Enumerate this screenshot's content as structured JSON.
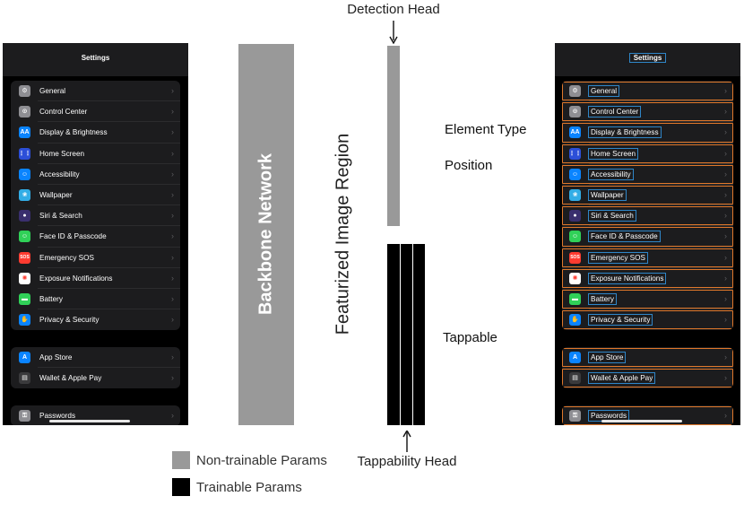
{
  "diagram": {
    "backbone_label": "Backbone Network",
    "featurized_label": "Featurized Image Region",
    "detection_head_label": "Detection Head",
    "tappability_head_label": "Tappability Head",
    "outputs": {
      "element_type": "Element Type",
      "position": "Position",
      "tappable": "Tappable"
    },
    "legend": {
      "non_trainable": "Non-trainable Params",
      "trainable": "Trainable Params"
    },
    "colors": {
      "non_trainable": "#999999",
      "trainable": "#000000",
      "row_box": "#e0782b",
      "label_box": "#2f86c8"
    }
  },
  "phone": {
    "title": "Settings",
    "groups": [
      {
        "items": [
          {
            "label": "General",
            "icon": "gear-icon",
            "color": "#8e8e93",
            "glyph": "⚙"
          },
          {
            "label": "Control Center",
            "icon": "toggles-icon",
            "color": "#8e8e93",
            "glyph": "⊙"
          },
          {
            "label": "Display & Brightness",
            "icon": "text-size-icon",
            "color": "#0a84ff",
            "glyph": "AA"
          },
          {
            "label": "Home Screen",
            "icon": "grid-icon",
            "color": "#2c4fd8",
            "glyph": "⋮⋮"
          },
          {
            "label": "Accessibility",
            "icon": "accessibility-icon",
            "color": "#0a84ff",
            "glyph": "☺"
          },
          {
            "label": "Wallpaper",
            "icon": "flower-icon",
            "color": "#32ade6",
            "glyph": "❀"
          },
          {
            "label": "Siri & Search",
            "icon": "siri-icon",
            "color": "#3a2f6e",
            "glyph": "●"
          },
          {
            "label": "Face ID & Passcode",
            "icon": "face-id-icon",
            "color": "#30d158",
            "glyph": "☺"
          },
          {
            "label": "Emergency SOS",
            "icon": "sos-icon",
            "color": "#ff3b30",
            "glyph": "SOS"
          },
          {
            "label": "Exposure Notifications",
            "icon": "exposure-icon",
            "color": "#ffffff",
            "glyph": "✺"
          },
          {
            "label": "Battery",
            "icon": "battery-icon",
            "color": "#30d158",
            "glyph": "▬"
          },
          {
            "label": "Privacy & Security",
            "icon": "hand-icon",
            "color": "#0a84ff",
            "glyph": "✋"
          }
        ]
      },
      {
        "items": [
          {
            "label": "App Store",
            "icon": "app-store-icon",
            "color": "#0a84ff",
            "glyph": "A"
          },
          {
            "label": "Wallet & Apple Pay",
            "icon": "wallet-icon",
            "color": "#3a3a3c",
            "glyph": "▤"
          }
        ]
      },
      {
        "items": [
          {
            "label": "Passwords",
            "icon": "key-icon",
            "color": "#8e8e93",
            "glyph": "⚿"
          }
        ]
      }
    ]
  }
}
